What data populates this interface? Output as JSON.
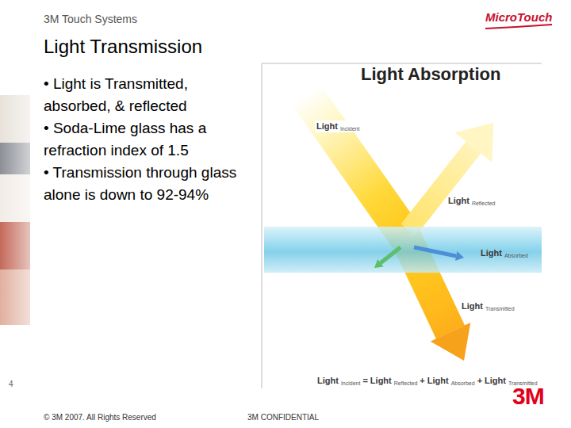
{
  "diagram": {
    "title": "Light Transmission",
    "labels": [
      "3M Touch Systems",
      "MicroTouch",
      "• Light is Transmitted, absorbed, & reflected",
      "• Soda-Lime glass has a refraction index of 1.5",
      "• Transmission through glass alone is down to 92-94%",
      "Light Absorption",
      "Light",
      "Incident",
      "Light",
      "Reflected",
      "Light",
      "Absorbed",
      "Light",
      "Transmitted",
      "Light",
      "Incident",
      "=",
      "Light",
      "Reflected",
      "+",
      "Light",
      "Absorbed",
      "+",
      "Light",
      "Transmitted",
      "4",
      "© 3M 2007. All Rights Reserved",
      "3M CONFIDENTIAL",
      "3M"
    ]
  }
}
